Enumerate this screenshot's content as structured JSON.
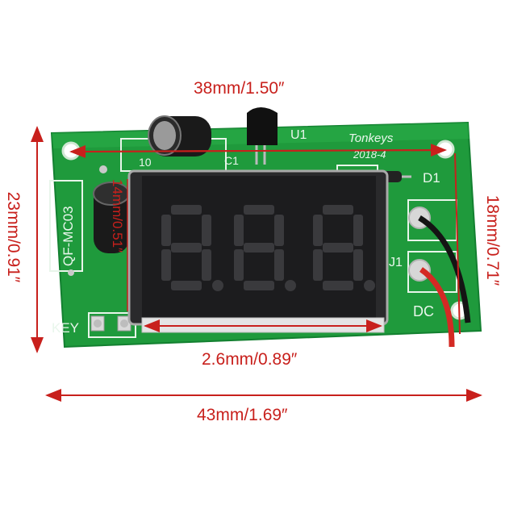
{
  "dimensions": {
    "top": "38mm/1.50″",
    "left": "23mm/0.91″",
    "right": "18mm/0.71″",
    "inner_vertical": "14mm/0.51″",
    "middle_bottom": "2.6mm/0.89″",
    "bottom": "43mm/1.69″"
  },
  "board": {
    "brand": "Tonkeys",
    "date": "2018-4",
    "model": "QF-MC03",
    "key_label": "KEY",
    "d1_label": "D1",
    "j1_label": "J1",
    "dc_label": "DC",
    "u1_label": "U1",
    "c1_label": "C1",
    "cap_label": "10"
  },
  "colors": {
    "pcb": "#1f9a3c",
    "dimension_lines": "#c8201c",
    "display_body": "#1c1c1e",
    "segment": "#3a3a3d"
  }
}
